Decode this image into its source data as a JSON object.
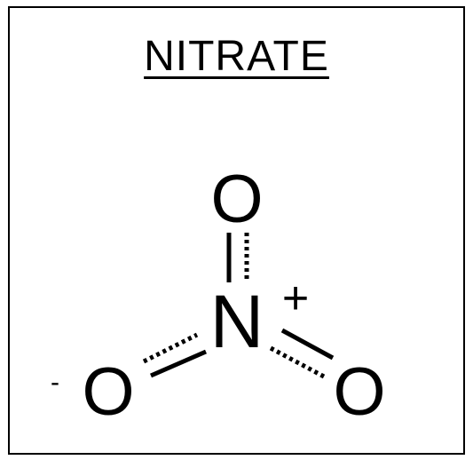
{
  "title": "NITRATE",
  "molecule": {
    "center_atom": "N",
    "center_charge": "+",
    "top_atom": "O",
    "left_atom": "O",
    "left_charge": "-",
    "right_atom": "O"
  },
  "colors": {
    "ink": "#000000",
    "background": "#ffffff"
  }
}
